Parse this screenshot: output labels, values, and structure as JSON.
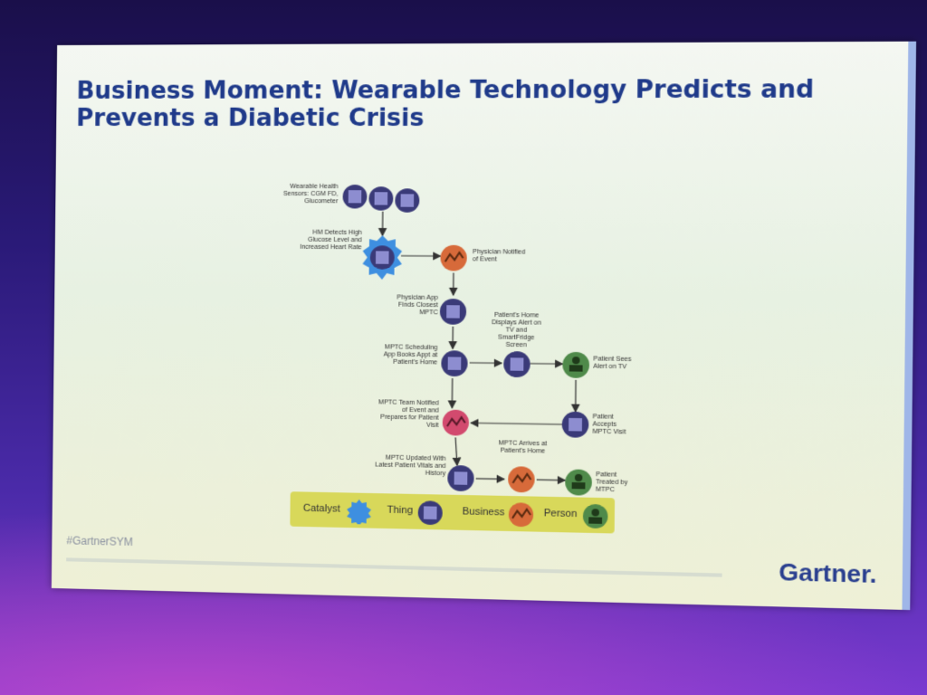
{
  "slide": {
    "title": "Business Moment: Wearable Technology Predicts and Prevents a Diabetic Crisis",
    "hashtag": "#GartnerSYM",
    "brand": "Gartner."
  },
  "colors": {
    "thing": "#3a3a78",
    "business": "#d76a3a",
    "person": "#4f8a4a",
    "catalyst": "#3e8fe0",
    "business_pink": "#d24a6e"
  },
  "diagram": {
    "labels": {
      "sensors": "Wearable Health Sensors: CGM FD, Glucometer",
      "detect": "HM Detects High Glucose Level and Increased Heart Rate",
      "physician_notified": "Physician Notified of Event",
      "app_finds": "Physician App Finds Closest MPTC",
      "home_display": "Patient's Home Displays Alert on TV and SmartFridge Screen",
      "scheduling": "MPTC Scheduling App Books Appt at Patient's Home",
      "patient_sees": "Patient Sees Alert on TV",
      "team_notified": "MPTC Team Notified of Event and Prepares for Patient Visit",
      "patient_accepts": "Patient Accepts MPTC Visit",
      "arrives": "MPTC Arrives at Patient's Home",
      "updated": "MPTC Updated With Latest Patient Vitals and History",
      "treated": "Patient Treated by MTPC"
    }
  },
  "legend": [
    {
      "label": "Catalyst",
      "icon": "catalyst-icon"
    },
    {
      "label": "Thing",
      "icon": "thing-icon"
    },
    {
      "label": "Business",
      "icon": "business-icon"
    },
    {
      "label": "Person",
      "icon": "person-icon"
    }
  ]
}
